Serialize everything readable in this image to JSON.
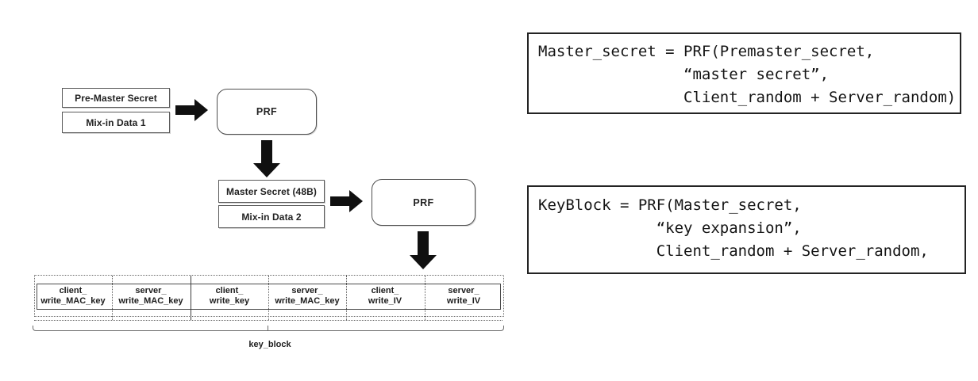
{
  "figure": {
    "stage1": {
      "input_top": "Pre-Master Secret",
      "input_bottom": "Mix-in Data 1",
      "prf_label": "PRF"
    },
    "stage2": {
      "input_top": "Master Secret (48B)",
      "input_bottom": "Mix-in Data 2",
      "prf_label": "PRF"
    },
    "key_block": {
      "label": "key_block",
      "cells": [
        [
          "client_",
          "write_MAC_key"
        ],
        [
          "server_",
          "write_MAC_key"
        ],
        [
          "client_",
          "write_key"
        ],
        [
          "server_",
          "write_MAC_key"
        ],
        [
          "client_",
          "write_IV"
        ],
        [
          "server_",
          "write_IV"
        ]
      ]
    }
  },
  "formulas": {
    "master_secret": {
      "line1": "Master_secret = PRF(Premaster_secret,",
      "line2": "                “master secret”,",
      "line3": "                Client_random + Server_random)"
    },
    "key_block": {
      "line1": "KeyBlock = PRF(Master_secret,",
      "line2": "             “key expansion”,",
      "line3": "             Client_random + Server_random,"
    }
  },
  "colors": {
    "background": "#ffffff",
    "arrow": "#101010",
    "thin_border": "#5a5a5a",
    "code_border": "#232323",
    "text": "#1a1a1a"
  }
}
